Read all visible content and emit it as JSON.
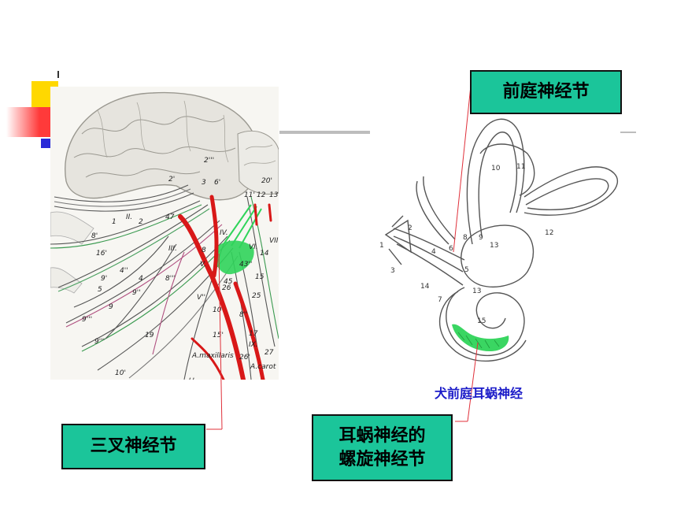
{
  "labels": {
    "vestibular_ganglion": "前庭神经节",
    "trigeminal_ganglion": "三叉神经节",
    "spiral_ganglion_line1": "耳蜗神经的",
    "spiral_ganglion_line2": "螺旋神经节"
  },
  "caption": "犬前庭耳蜗神经",
  "brain_figure": {
    "nerve_labels": [
      "2'''",
      "2'",
      "3",
      "6'",
      "20'",
      "11'",
      "12",
      "13",
      "II.",
      "1",
      "2",
      "47",
      "IV.",
      "VI.",
      "VII",
      "8'",
      "16'",
      "III.",
      "8",
      "V.",
      "43''",
      "14",
      "4''",
      "4",
      "8'''",
      "15",
      "9'",
      "5",
      "V''",
      "9''",
      "25",
      "9",
      "45",
      "26",
      "10",
      "8''",
      "9'''",
      "19",
      "15'",
      "17",
      "IX.",
      "27",
      "10'",
      "26'"
    ],
    "artery_labels": [
      "A.maxillaris",
      "A.carot"
    ],
    "page_mark": "ℓ.ℓ."
  },
  "ear_figure": {
    "part_numbers": [
      "1",
      "2",
      "3",
      "4",
      "5",
      "6",
      "7",
      "8",
      "9",
      "10",
      "11",
      "12",
      "13",
      "13",
      "14",
      "15"
    ]
  },
  "colors": {
    "label_fill": "#1bc59a",
    "caption_text": "#1a1ac8",
    "leader_line": "#e0303a",
    "ganglion_green": "#2fd45a",
    "artery_red": "#d81818",
    "deco_yellow": "#ffd800",
    "deco_red": "#ff3a3a",
    "deco_blue": "#2a2ad8"
  }
}
